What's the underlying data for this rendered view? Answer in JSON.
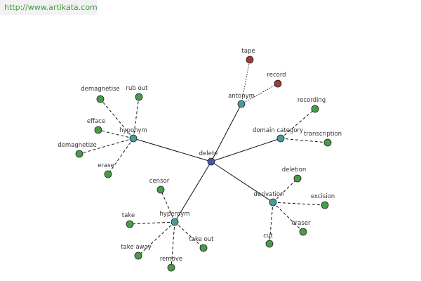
{
  "source_url": "http://www.artikata.com",
  "colors": {
    "center": "#4b55a6",
    "relation": "#4a9a9a",
    "leaf": "#4a9a48",
    "antonym_leaf": "#a03a34"
  },
  "center": {
    "id": "delete",
    "label": "delete"
  },
  "relations": [
    {
      "id": "hyponym",
      "label": "hyponym",
      "leaves": [
        "demagnetise",
        "rub out",
        "efface",
        "demagnetize",
        "erase"
      ]
    },
    {
      "id": "antonym",
      "label": "antonym",
      "leaves": [
        "tape",
        "record"
      ]
    },
    {
      "id": "domain-category",
      "label": "domain category",
      "leaves": [
        "recording",
        "transcription"
      ]
    },
    {
      "id": "derivation",
      "label": "derivation",
      "leaves": [
        "deletion",
        "excision",
        "eraser",
        "cut"
      ]
    },
    {
      "id": "hypernym",
      "label": "hypernym",
      "leaves": [
        "censor",
        "take",
        "take out",
        "take away",
        "remove"
      ]
    }
  ]
}
